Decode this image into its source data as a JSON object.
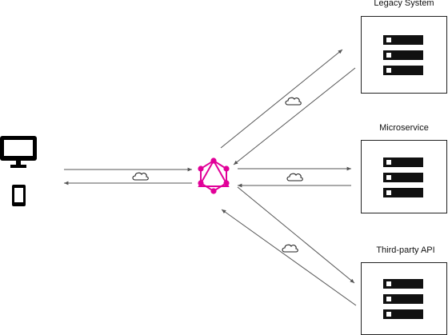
{
  "diagram": {
    "services": [
      {
        "id": "legacy",
        "label": "Legacy System"
      },
      {
        "id": "micro",
        "label": "Microservice"
      },
      {
        "id": "third",
        "label": "Third-party API"
      }
    ],
    "hub": {
      "icon": "graphql-logo-icon",
      "color": "#e10098"
    },
    "clients": [
      {
        "icon": "desktop-monitor-icon"
      },
      {
        "icon": "mobile-phone-icon"
      }
    ],
    "connection_icon": "cloud-icon",
    "colors": {
      "line": "#555555",
      "server_rack": "#111111",
      "box_border": "#222222"
    }
  }
}
